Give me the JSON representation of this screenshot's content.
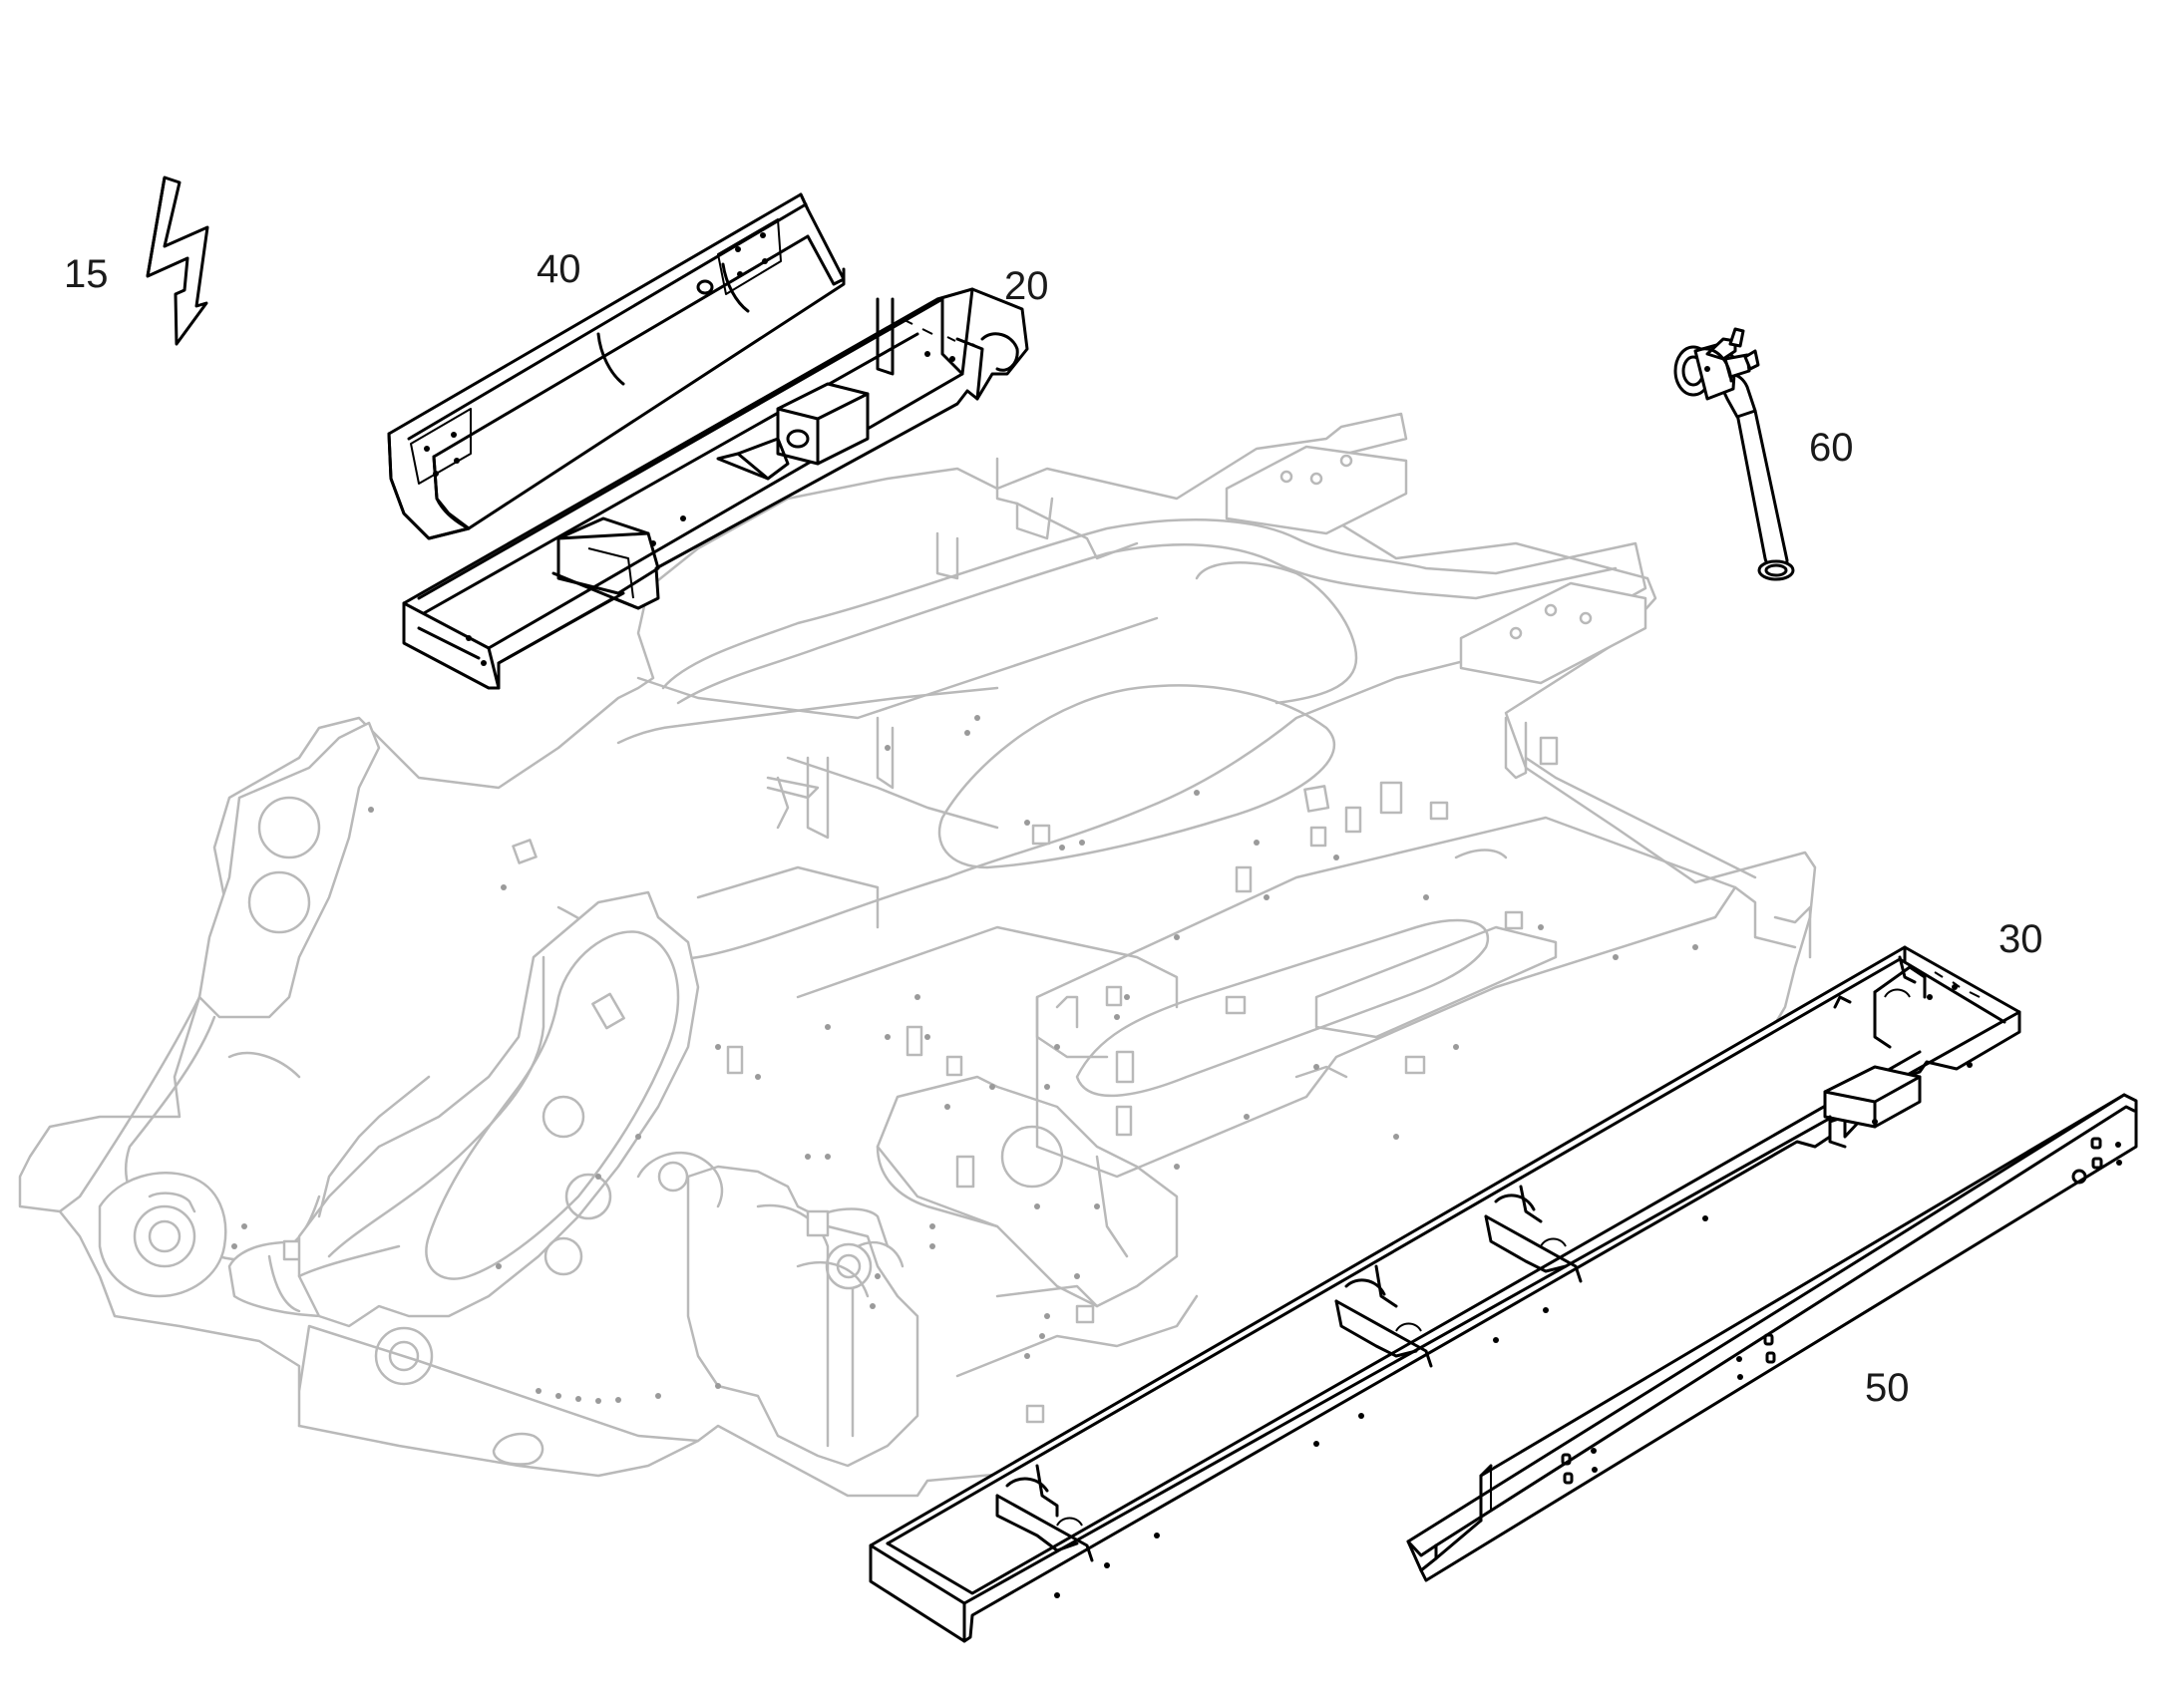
{
  "diagram": {
    "callouts": [
      {
        "id": "15",
        "label": "15"
      },
      {
        "id": "40",
        "label": "40"
      },
      {
        "id": "20",
        "label": "20"
      },
      {
        "id": "60",
        "label": "60"
      },
      {
        "id": "30",
        "label": "30"
      },
      {
        "id": "50",
        "label": "50"
      }
    ],
    "symbols": {
      "electrical": "lightning-bolt-icon"
    },
    "colors": {
      "part_stroke": "#000000",
      "frame_stroke": "#b9b9b9",
      "background": "#ffffff"
    }
  }
}
